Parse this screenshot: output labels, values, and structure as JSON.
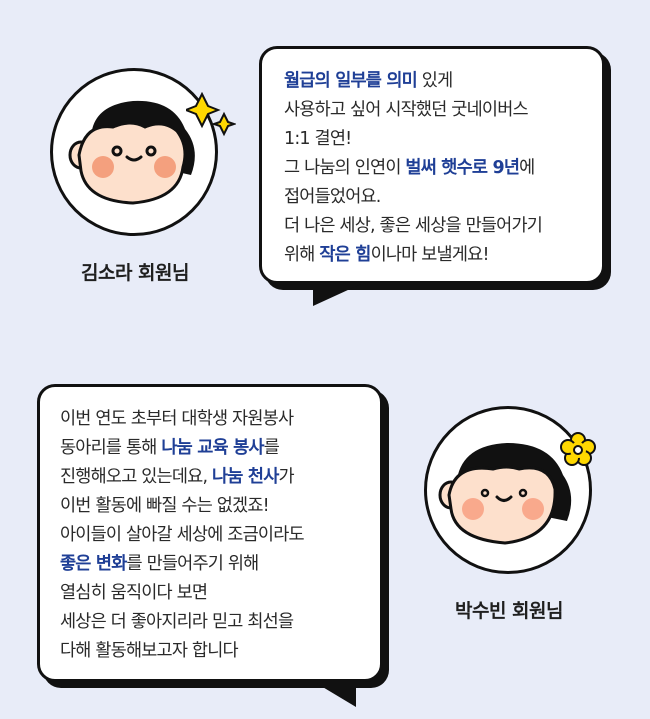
{
  "colors": {
    "background": "#e8ecf8",
    "highlight": "#1f3f96",
    "outline": "#111111",
    "cheek": "#f4a07e",
    "skin": "#fde0cc",
    "accent_yellow": "#ffd800"
  },
  "member1": {
    "name": "김소라 회원님",
    "avatar_icon": "girl-face-with-sparkles-icon",
    "lines": [
      [
        {
          "t": "월급의 일부를 의미",
          "hl": true
        },
        {
          "t": " 있게",
          "hl": false
        }
      ],
      [
        {
          "t": "사용하고 싶어 시작했던 굿네이버스",
          "hl": false
        }
      ],
      [
        {
          "t": "1:1 결연!",
          "hl": false
        }
      ],
      [
        {
          "t": "그 나눔의 인연이 ",
          "hl": false
        },
        {
          "t": "벌써 햇수로 9년",
          "hl": true
        },
        {
          "t": "에",
          "hl": false
        }
      ],
      [
        {
          "t": "접어들었어요.",
          "hl": false
        }
      ],
      [
        {
          "t": "더 나은 세상, 좋은 세상을 만들어가기",
          "hl": false
        }
      ],
      [
        {
          "t": "위해 ",
          "hl": false
        },
        {
          "t": "작은 힘",
          "hl": true
        },
        {
          "t": "이나마 보낼게요!",
          "hl": false
        }
      ]
    ]
  },
  "member2": {
    "name": "박수빈 회원님",
    "avatar_icon": "girl-face-with-flower-icon",
    "lines": [
      [
        {
          "t": "이번 연도 초부터 대학생 자원봉사",
          "hl": false
        }
      ],
      [
        {
          "t": "동아리를 통해 ",
          "hl": false
        },
        {
          "t": "나눔 교육 봉사",
          "hl": true
        },
        {
          "t": "를",
          "hl": false
        }
      ],
      [
        {
          "t": "진행해오고 있는데요, ",
          "hl": false
        },
        {
          "t": "나눔 천사",
          "hl": true
        },
        {
          "t": "가",
          "hl": false
        }
      ],
      [
        {
          "t": "이번 활동에 빠질 수는 없겠죠!",
          "hl": false
        }
      ],
      [
        {
          "t": "아이들이 살아갈 세상에 조금이라도",
          "hl": false
        }
      ],
      [
        {
          "t": "좋은 변화",
          "hl": true
        },
        {
          "t": "를 만들어주기 위해",
          "hl": false
        }
      ],
      [
        {
          "t": "열심히 움직이다 보면",
          "hl": false
        }
      ],
      [
        {
          "t": "세상은 더 좋아지리라 믿고 최선을",
          "hl": false
        }
      ],
      [
        {
          "t": "다해 활동해보고자 합니다",
          "hl": false
        }
      ]
    ]
  }
}
